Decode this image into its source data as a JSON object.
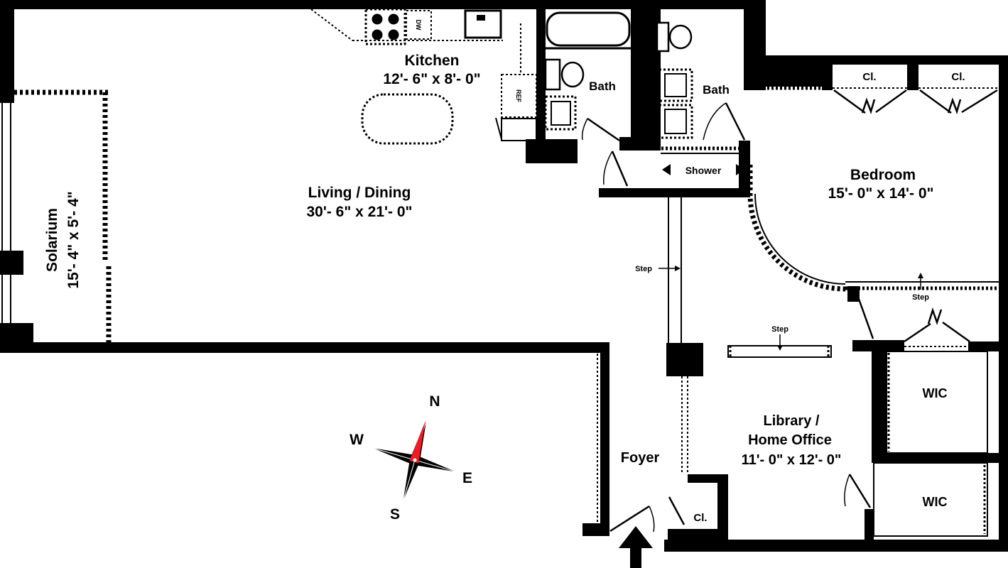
{
  "rooms": {
    "solarium": {
      "name": "Solarium",
      "dims": "15'- 4\" x 5'- 4\""
    },
    "living_dining": {
      "name": "Living / Dining",
      "dims": "30'- 6\" x 21'- 0\""
    },
    "kitchen": {
      "name": "Kitchen",
      "dims": "12'- 6\" x 8'- 0\""
    },
    "bath_1": {
      "name": "Bath"
    },
    "bath_2": {
      "name": "Bath"
    },
    "shower": {
      "name": "Shower"
    },
    "bedroom": {
      "name": "Bedroom",
      "dims": "15'- 0\" x 14'- 0\""
    },
    "closet_1": {
      "name": "Cl."
    },
    "closet_2": {
      "name": "Cl."
    },
    "foyer": {
      "name": "Foyer"
    },
    "foyer_closet": {
      "name": "Cl."
    },
    "library": {
      "name_line_1": "Library /",
      "name_line_2": "Home Office",
      "dims": "11'- 0\" x 12'- 0\""
    },
    "wic_1": {
      "name": "WIC"
    },
    "wic_2": {
      "name": "WIC"
    }
  },
  "appliances": {
    "dishwasher": "DW",
    "refrigerator": "REF"
  },
  "annotations": {
    "step_living": "Step",
    "step_library": "Step",
    "step_bedroom": "Step"
  },
  "compass": {
    "north": "N",
    "west": "W",
    "east": "E",
    "south": "S"
  },
  "colors": {
    "walls": "#000000",
    "background": "#ffffff",
    "compass_needle": "#ed1c24"
  }
}
